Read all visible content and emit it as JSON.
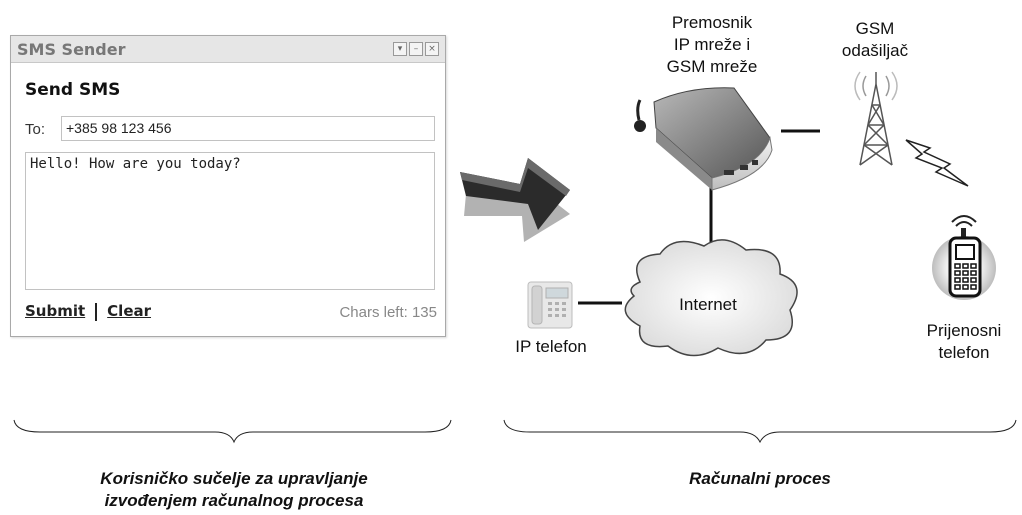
{
  "widget": {
    "title": "SMS Sender",
    "heading": "Send SMS",
    "to_label": "To:",
    "to_value": "+385 98 123 456",
    "message": "Hello! How are you today?",
    "submit_label": "Submit",
    "clear_label": "Clear",
    "chars_left": "Chars left: 135"
  },
  "diagram": {
    "gateway_label": [
      "Premosnik",
      "IP mreže i",
      "GSM mreže"
    ],
    "gsm_label": [
      "GSM",
      "odašiljač"
    ],
    "internet_label": "Internet",
    "ip_phone_label": "IP telefon",
    "mobile_label": [
      "Prijenosni",
      "telefon"
    ]
  },
  "captions": {
    "left": [
      "Korisničko sučelje za upravljanje",
      "izvođenjem računalnog procesa"
    ],
    "right": "Računalni proces"
  }
}
